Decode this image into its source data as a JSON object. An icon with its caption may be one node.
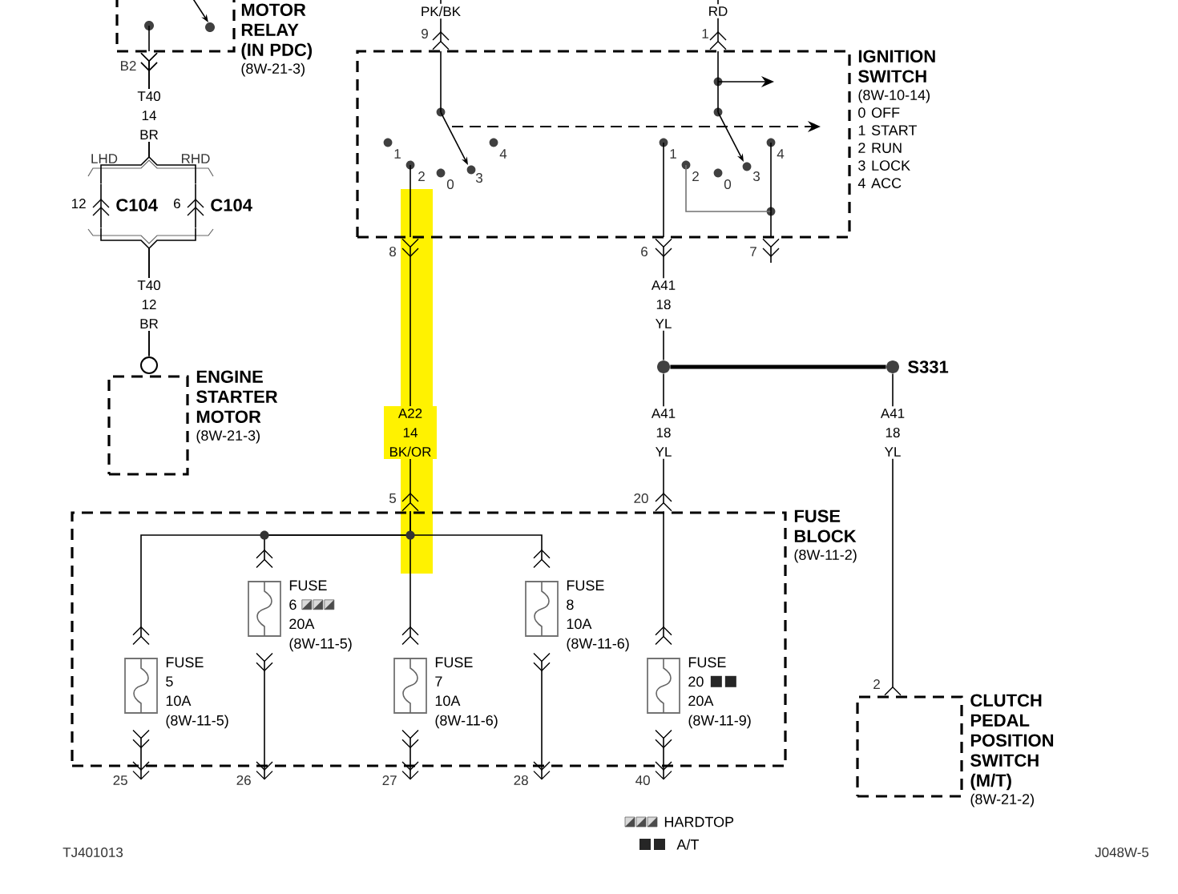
{
  "diagram": {
    "nodes": [
      {
        "text": [
          "MOTOR RELAY (IN PDC)",
          "(8W-21-3)"
        ]
      },
      {
        "text": [
          "IGNITION SWITCH",
          "(8W-10-14)"
        ],
        "beside": [
          "0 OFF",
          "1 START",
          "2 RUN",
          "3 LOCK",
          "4 ACC",
          "8",
          "6",
          "7"
        ]
      },
      {
        "text": [
          "12",
          "C104"
        ]
      },
      {
        "text": [
          "6",
          "C104"
        ]
      },
      {
        "text": [
          "ENGINE STARTER MOTOR",
          "(8W-21-3)"
        ]
      },
      {
        "text": [],
        "shape": "circle"
      },
      {
        "text": [
          "S331"
        ]
      },
      {
        "text": [
          "FUSE BLOCK",
          "(8W-11-2)"
        ]
      },
      {
        "text": [
          "FUSE",
          "6",
          "20A",
          "(8W-11-5)"
        ],
        "in": 7
      },
      {
        "text": [
          "FUSE",
          "8",
          "10A",
          "(8W-11-6)"
        ],
        "in": 7
      },
      {
        "text": [
          "FUSE",
          "5",
          "10A",
          "(8W-11-5)"
        ],
        "in": 7
      },
      {
        "text": [
          "FUSE",
          "7",
          "10A",
          "(8W-11-6)"
        ],
        "in": 7
      },
      {
        "text": [
          "FUSE",
          "20",
          "20A",
          "(8W-11-9)"
        ],
        "in": 7
      },
      {
        "text": [
          "CLUTCH PEDAL POSITION SWITCH (M/T)",
          "(8W-21-2)"
        ]
      },
      {
        "text": [
          "25"
        ]
      },
      {
        "text": [
          "26"
        ]
      },
      {
        "text": [
          "27"
        ]
      },
      {
        "text": [
          "28"
        ]
      },
      {
        "text": [
          "40"
        ]
      }
    ],
    "edges": [
      {
        "from": 0,
        "to": 2,
        "arrow": "other",
        "label": "T40 14 BR"
      },
      {
        "from": 0,
        "to": 3,
        "arrow": "other"
      },
      {
        "from": 2,
        "to": 4,
        "arrow": "none",
        "label": "T40 12 BR"
      },
      {
        "from": 3,
        "to": 4,
        "arrow": "none"
      },
      {
        "from": null,
        "to": 1,
        "arrow": "other",
        "label": "PK/BK"
      },
      {
        "from": null,
        "to": 1,
        "arrow": "other",
        "label": "RD"
      },
      {
        "from": 1,
        "to": 7,
        "arrow": "other",
        "label": "A22 14 BK/OR"
      },
      {
        "from": 1,
        "to": 5,
        "arrow": "other",
        "label": "A41 18 YL"
      },
      {
        "from": 1,
        "to": null,
        "arrow": "other"
      },
      {
        "from": 5,
        "to": 6,
        "arrow": "none",
        "style": "thick"
      },
      {
        "from": 5,
        "to": 7,
        "arrow": "other",
        "label": "A41 18 YL"
      },
      {
        "from": 6,
        "to": 13,
        "arrow": "other",
        "label": "A41 18 YL"
      },
      {
        "from": 7,
        "to": 8,
        "arrow": "other"
      },
      {
        "from": 7,
        "to": 9,
        "arrow": "other"
      },
      {
        "from": 7,
        "to": 10,
        "arrow": "other"
      },
      {
        "from": 7,
        "to": 11,
        "arrow": "other"
      },
      {
        "from": 7,
        "to": 12,
        "arrow": "other"
      },
      {
        "from": 8,
        "to": 15,
        "arrow": "to"
      },
      {
        "from": 9,
        "to": 17,
        "arrow": "to"
      },
      {
        "from": 10,
        "to": 14,
        "arrow": "to"
      },
      {
        "from": 11,
        "to": 16,
        "arrow": "to"
      },
      {
        "from": 12,
        "to": 18,
        "arrow": "to"
      }
    ],
    "labels": [
      "9",
      "1",
      "B2",
      "LHD",
      "RHD",
      "1",
      "2",
      "0",
      "3",
      "4",
      "1",
      "2",
      "0",
      "3",
      "4",
      "5",
      "20",
      "2",
      "TJ401013",
      "J048W-5"
    ],
    "legend": [
      {
        "text": "HARDTOP"
      },
      {
        "text": "A/T"
      }
    ]
  }
}
